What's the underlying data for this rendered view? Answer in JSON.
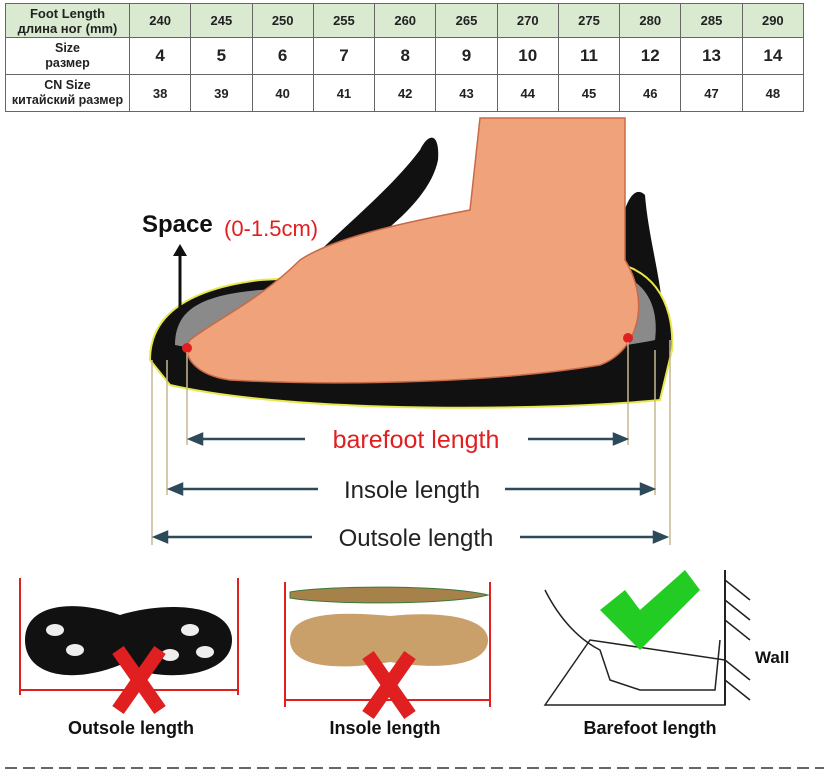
{
  "size_table": {
    "rows": [
      {
        "label_en": "Foot Length",
        "label_ru": "длина ног  (mm)",
        "values": [
          "240",
          "245",
          "250",
          "255",
          "260",
          "265",
          "270",
          "275",
          "280",
          "285",
          "290"
        ]
      },
      {
        "label_en": "Size",
        "label_ru": "размер",
        "values": [
          "4",
          "5",
          "6",
          "7",
          "8",
          "9",
          "10",
          "11",
          "12",
          "13",
          "14"
        ]
      },
      {
        "label_en": "CN Size",
        "label_ru": "китайский размер",
        "values": [
          "38",
          "39",
          "40",
          "41",
          "42",
          "43",
          "44",
          "45",
          "46",
          "47",
          "48"
        ]
      }
    ],
    "header_color": "#d9ead0"
  },
  "diagram": {
    "space_label": "Space",
    "space_range": "(0-1.5cm)",
    "barefoot_label": "barefoot length",
    "insole_label": "Insole length",
    "outsole_label": "Outsole length",
    "accent_red": "#e02020"
  },
  "methods": [
    {
      "caption": "Outsole length",
      "mark": "x-icon"
    },
    {
      "caption": "Insole length",
      "mark": "x-icon"
    },
    {
      "caption": "Barefoot length",
      "mark": "check-icon",
      "wall_label": "Wall"
    }
  ]
}
